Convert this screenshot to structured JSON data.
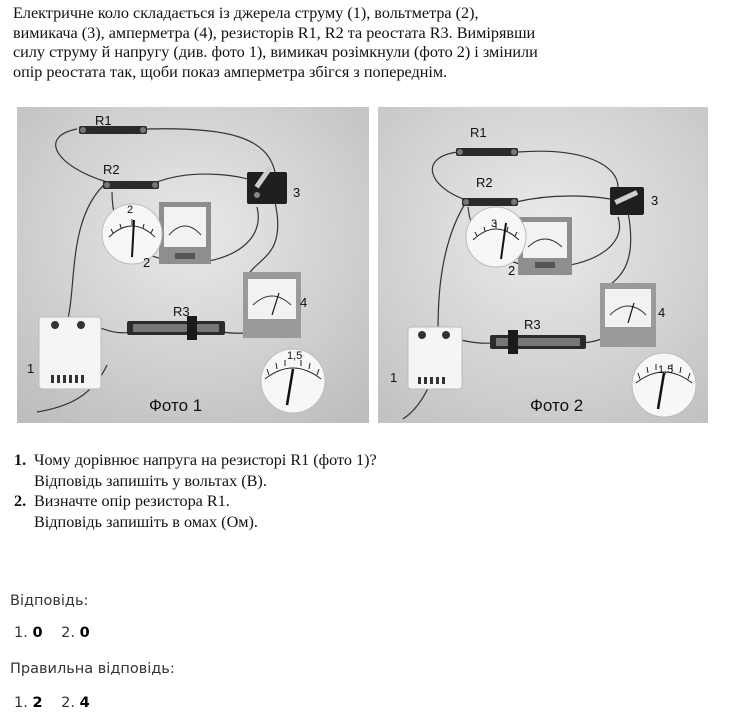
{
  "intro_lines": [
    "Електричне коло складається із джерела струму (1), вольтметра (2),",
    "вимикача (3), амперметра (4), резисторів R1, R2 та реостата R3. Вимірявши",
    "силу струму й напругу (див. фото 1), вимикач розімкнули (фото 2) і змінили",
    "опір реостата так, щоби показ амперметра збігся з попереднім."
  ],
  "photos": [
    {
      "caption": "Фото 1",
      "labels": {
        "r1": "R1",
        "r2": "R2",
        "r3": "R3",
        "n1": "1",
        "n2": "2",
        "n3": "3",
        "n4": "4"
      },
      "volt_dial": "2",
      "amp_dial": "1,5"
    },
    {
      "caption": "Фото 2",
      "labels": {
        "r1": "R1",
        "r2": "R2",
        "r3": "R3",
        "n1": "1",
        "n2": "2",
        "n3": "3",
        "n4": "4"
      },
      "volt_dial": "3",
      "amp_dial": "1,5"
    }
  ],
  "questions": [
    {
      "number": "1.",
      "lines": [
        "Чому дорівнює напруга на резисторі R1 (фото 1)?",
        "Відповідь запишіть у вольтах (В)."
      ]
    },
    {
      "number": "2.",
      "lines": [
        "Визначте опір резистора R1.",
        "Відповідь запишіть в омах (Ом)."
      ]
    }
  ],
  "answer": {
    "label": "Відповідь:",
    "items": [
      {
        "num": "1.",
        "value": "0"
      },
      {
        "num": "2.",
        "value": "0"
      }
    ]
  },
  "correct": {
    "label": "Правильна відповідь:",
    "items": [
      {
        "num": "1.",
        "value": "2"
      },
      {
        "num": "2.",
        "value": "4"
      }
    ]
  }
}
